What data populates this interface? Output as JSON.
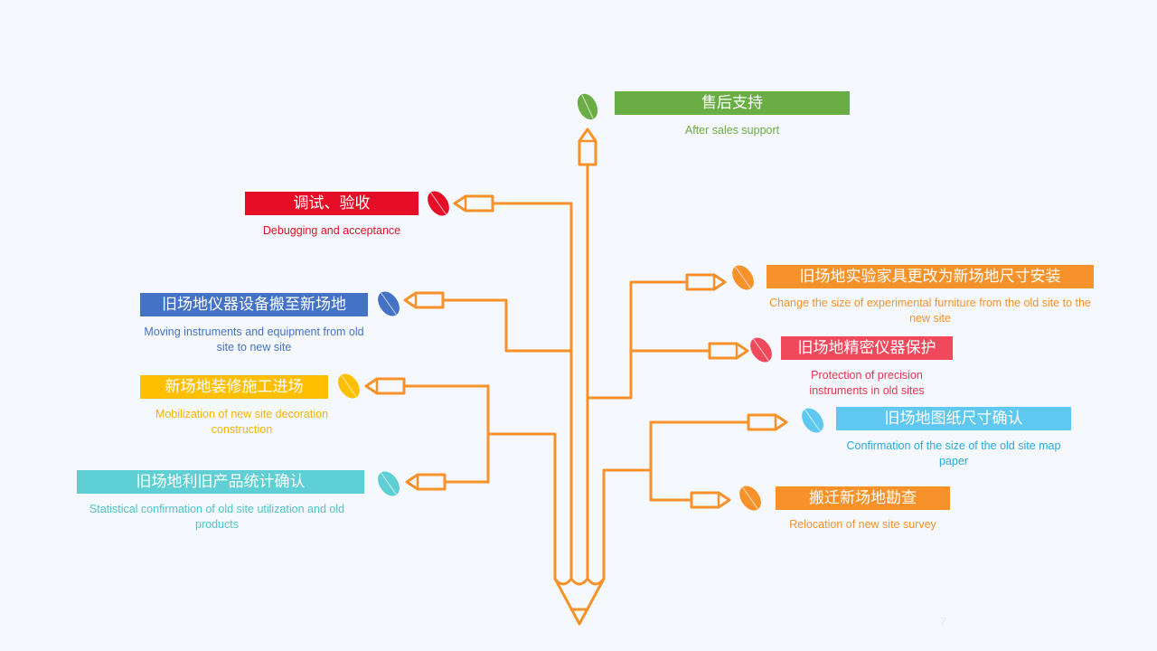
{
  "colors": {
    "pencil": "#f7922a",
    "green": "#6aad45",
    "red": "#e60e26",
    "blue": "#4472c4",
    "yellow": "#fdbf00",
    "teal": "#5ecfd4",
    "orange": "#f7922a",
    "pink": "#f0495c",
    "sky": "#5fc8f0"
  },
  "steps": [
    {
      "title": "售后支持",
      "subtitle": "After sales support",
      "color": "#6aad45",
      "text_color": "#6aad45"
    },
    {
      "title": "调试、验收",
      "subtitle": "Debugging and acceptance",
      "color": "#e60e26",
      "text_color": "#e60e26"
    },
    {
      "title": "旧场地实验家具更改为新场地尺寸安装",
      "subtitle": "Change the size of experimental furniture from the old site to the new site",
      "color": "#f7922a",
      "text_color": "#f7922a"
    },
    {
      "title": "旧场地仪器设备搬至新场地",
      "subtitle": "Moving instruments and equipment from old site to new site",
      "color": "#4472c4",
      "text_color": "#4472c4"
    },
    {
      "title": "旧场地精密仪器保护",
      "subtitle": "Protection of precision instruments in old sites",
      "color": "#f0495c",
      "text_color": "#e8344e"
    },
    {
      "title": "新场地装修施工进场",
      "subtitle": "Mobilization of new site decoration construction",
      "color": "#fdbf00",
      "text_color": "#f5b400"
    },
    {
      "title": "旧场地图纸尺寸确认",
      "subtitle": "Confirmation of the size of the old site map paper",
      "color": "#5fc8f0",
      "text_color": "#2aa9dc"
    },
    {
      "title": "旧场地利旧产品统计确认",
      "subtitle": "Statistical confirmation of old site utilization and old products",
      "color": "#5ecfd4",
      "text_color": "#4fc4c9"
    },
    {
      "title": "搬迁新场地勘查",
      "subtitle": "Relocation of new site survey",
      "color": "#f7922a",
      "text_color": "#f7922a"
    }
  ],
  "page_number": "7"
}
